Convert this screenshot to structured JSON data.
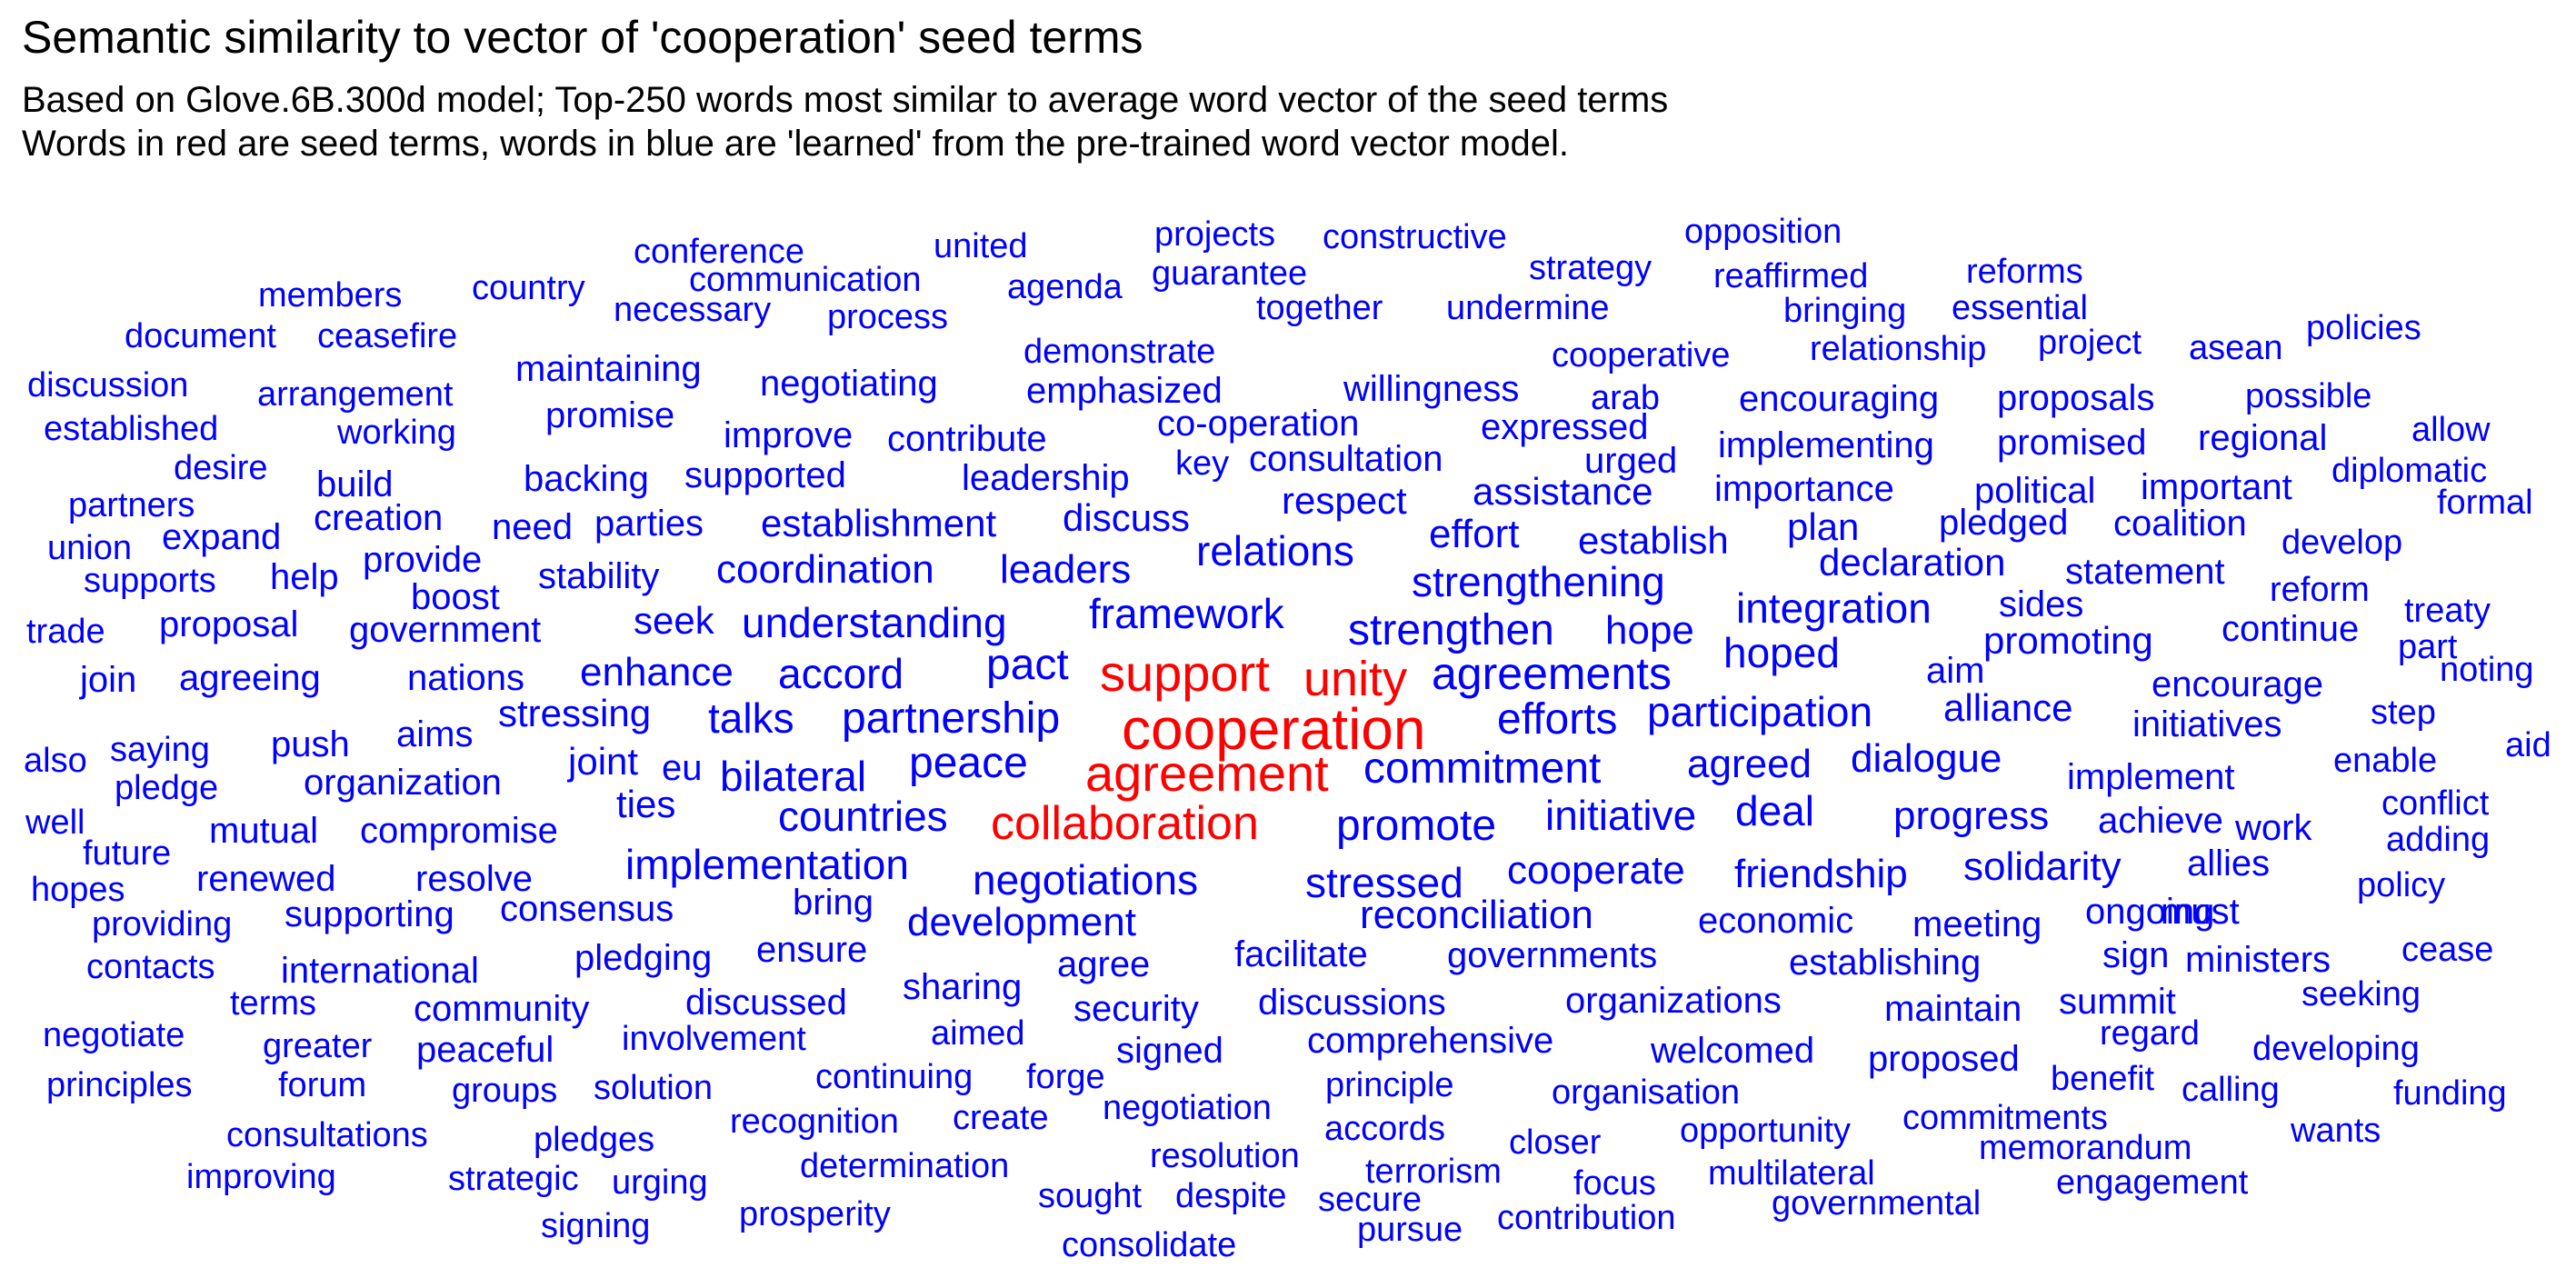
{
  "title": "Semantic similarity to vector of 'cooperation' seed terms",
  "subtitle": {
    "line1": "Based on Glove.6B.300d model; Top-250 words most similar to average word vector of the seed terms",
    "line2": "Words in red are seed terms, words in blue are 'learned' from the pre-trained word vector model."
  },
  "colors": {
    "seed": "#FF0000",
    "learned": "#0000FF",
    "text": "#000000",
    "background": "#FFFFFF"
  },
  "chart_data": {
    "type": "wordcloud",
    "seed_terms": [
      "cooperation",
      "agreement",
      "support",
      "unity",
      "collaboration"
    ],
    "words": [
      {
        "text": "cooperation",
        "seed": true
      },
      {
        "text": "agreement",
        "seed": true
      },
      {
        "text": "support",
        "seed": true
      },
      {
        "text": "unity",
        "seed": true
      },
      {
        "text": "collaboration",
        "seed": true
      },
      {
        "text": "efforts",
        "seed": false
      },
      {
        "text": "agreements",
        "seed": false
      },
      {
        "text": "partnership",
        "seed": false
      },
      {
        "text": "commitment",
        "seed": false
      },
      {
        "text": "peace",
        "seed": false
      },
      {
        "text": "pact",
        "seed": false
      },
      {
        "text": "participation",
        "seed": false
      },
      {
        "text": "strengthen",
        "seed": false
      },
      {
        "text": "framework",
        "seed": false
      },
      {
        "text": "understanding",
        "seed": false
      },
      {
        "text": "accord",
        "seed": false
      },
      {
        "text": "relations",
        "seed": false
      },
      {
        "text": "strengthening",
        "seed": false
      },
      {
        "text": "coordination",
        "seed": false
      },
      {
        "text": "leaders",
        "seed": false
      },
      {
        "text": "integration",
        "seed": false
      },
      {
        "text": "declaration",
        "seed": false
      },
      {
        "text": "dialogue",
        "seed": false
      },
      {
        "text": "agreed",
        "seed": false
      },
      {
        "text": "alliance",
        "seed": false
      },
      {
        "text": "hoped",
        "seed": false
      },
      {
        "text": "initiative",
        "seed": false
      },
      {
        "text": "deal",
        "seed": false
      },
      {
        "text": "promote",
        "seed": false
      },
      {
        "text": "countries",
        "seed": false
      },
      {
        "text": "negotiations",
        "seed": false
      },
      {
        "text": "stressed",
        "seed": false
      },
      {
        "text": "cooperate",
        "seed": false
      },
      {
        "text": "friendship",
        "seed": false
      },
      {
        "text": "implementation",
        "seed": false
      },
      {
        "text": "development",
        "seed": false
      },
      {
        "text": "reconciliation",
        "seed": false
      },
      {
        "text": "bilateral",
        "seed": false
      },
      {
        "text": "talks",
        "seed": false
      },
      {
        "text": "enhance",
        "seed": false
      },
      {
        "text": "progress",
        "seed": false
      },
      {
        "text": "solidarity",
        "seed": false
      },
      {
        "text": "establish",
        "seed": false
      },
      {
        "text": "effort",
        "seed": false
      },
      {
        "text": "establishment",
        "seed": false
      },
      {
        "text": "stressing",
        "seed": false
      },
      {
        "text": "stability",
        "seed": false
      },
      {
        "text": "seek",
        "seed": false
      },
      {
        "text": "hope",
        "seed": false
      },
      {
        "text": "promoting",
        "seed": false
      },
      {
        "text": "respect",
        "seed": false
      },
      {
        "text": "assistance",
        "seed": false
      },
      {
        "text": "importance",
        "seed": false
      },
      {
        "text": "plan",
        "seed": false
      },
      {
        "text": "pledged",
        "seed": false
      },
      {
        "text": "coalition",
        "seed": false
      },
      {
        "text": "statement",
        "seed": false
      },
      {
        "text": "discuss",
        "seed": false
      },
      {
        "text": "parties",
        "seed": false
      },
      {
        "text": "leadership",
        "seed": false
      },
      {
        "text": "supported",
        "seed": false
      },
      {
        "text": "consultation",
        "seed": false
      },
      {
        "text": "implement",
        "seed": false
      },
      {
        "text": "initiatives",
        "seed": false
      },
      {
        "text": "encourage",
        "seed": false
      },
      {
        "text": "aim",
        "seed": false
      },
      {
        "text": "sides",
        "seed": false
      },
      {
        "text": "continue",
        "seed": false
      },
      {
        "text": "joint",
        "seed": false
      },
      {
        "text": "ties",
        "seed": false
      },
      {
        "text": "eu",
        "seed": false
      },
      {
        "text": "mutual",
        "seed": false
      },
      {
        "text": "compromise",
        "seed": false
      },
      {
        "text": "organization",
        "seed": false
      },
      {
        "text": "aims",
        "seed": false
      },
      {
        "text": "push",
        "seed": false
      },
      {
        "text": "agreeing",
        "seed": false
      },
      {
        "text": "nations",
        "seed": false
      },
      {
        "text": "government",
        "seed": false
      },
      {
        "text": "boost",
        "seed": false
      },
      {
        "text": "renewed",
        "seed": false
      },
      {
        "text": "resolve",
        "seed": false
      },
      {
        "text": "consensus",
        "seed": false
      },
      {
        "text": "supporting",
        "seed": false
      },
      {
        "text": "bring",
        "seed": false
      },
      {
        "text": "ensure",
        "seed": false
      },
      {
        "text": "pledging",
        "seed": false
      },
      {
        "text": "agree",
        "seed": false
      },
      {
        "text": "facilitate",
        "seed": false
      },
      {
        "text": "governments",
        "seed": false
      },
      {
        "text": "economic",
        "seed": false
      },
      {
        "text": "meeting",
        "seed": false
      },
      {
        "text": "establishing",
        "seed": false
      },
      {
        "text": "ongoing",
        "seed": false
      },
      {
        "text": "must",
        "seed": false
      },
      {
        "text": "achieve",
        "seed": false
      },
      {
        "text": "work",
        "seed": false
      },
      {
        "text": "allies",
        "seed": false
      },
      {
        "text": "conflict",
        "seed": false
      },
      {
        "text": "adding",
        "seed": false
      },
      {
        "text": "policy",
        "seed": false
      },
      {
        "text": "enable",
        "seed": false
      },
      {
        "text": "aid",
        "seed": false
      },
      {
        "text": "step",
        "seed": false
      },
      {
        "text": "noting",
        "seed": false
      },
      {
        "text": "part",
        "seed": false
      },
      {
        "text": "treaty",
        "seed": false
      },
      {
        "text": "reform",
        "seed": false
      },
      {
        "text": "develop",
        "seed": false
      },
      {
        "text": "formal",
        "seed": false
      },
      {
        "text": "diplomatic",
        "seed": false
      },
      {
        "text": "important",
        "seed": false
      },
      {
        "text": "political",
        "seed": false
      },
      {
        "text": "regional",
        "seed": false
      },
      {
        "text": "allow",
        "seed": false
      },
      {
        "text": "possible",
        "seed": false
      },
      {
        "text": "proposals",
        "seed": false
      },
      {
        "text": "promised",
        "seed": false
      },
      {
        "text": "encouraging",
        "seed": false
      },
      {
        "text": "implementing",
        "seed": false
      },
      {
        "text": "arab",
        "seed": false
      },
      {
        "text": "urged",
        "seed": false
      },
      {
        "text": "expressed",
        "seed": false
      },
      {
        "text": "willingness",
        "seed": false
      },
      {
        "text": "cooperative",
        "seed": false
      },
      {
        "text": "co-operation",
        "seed": false
      },
      {
        "text": "key",
        "seed": false
      },
      {
        "text": "emphasized",
        "seed": false
      },
      {
        "text": "demonstrate",
        "seed": false
      },
      {
        "text": "contribute",
        "seed": false
      },
      {
        "text": "improve",
        "seed": false
      },
      {
        "text": "negotiating",
        "seed": false
      },
      {
        "text": "promise",
        "seed": false
      },
      {
        "text": "maintaining",
        "seed": false
      },
      {
        "text": "backing",
        "seed": false
      },
      {
        "text": "need",
        "seed": false
      },
      {
        "text": "provide",
        "seed": false
      },
      {
        "text": "help",
        "seed": false
      },
      {
        "text": "creation",
        "seed": false
      },
      {
        "text": "build",
        "seed": false
      },
      {
        "text": "expand",
        "seed": false
      },
      {
        "text": "supports",
        "seed": false
      },
      {
        "text": "proposal",
        "seed": false
      },
      {
        "text": "trade",
        "seed": false
      },
      {
        "text": "join",
        "seed": false
      },
      {
        "text": "saying",
        "seed": false
      },
      {
        "text": "also",
        "seed": false
      },
      {
        "text": "pledge",
        "seed": false
      },
      {
        "text": "well",
        "seed": false
      },
      {
        "text": "future",
        "seed": false
      },
      {
        "text": "hopes",
        "seed": false
      },
      {
        "text": "providing",
        "seed": false
      },
      {
        "text": "contacts",
        "seed": false
      },
      {
        "text": "international",
        "seed": false
      },
      {
        "text": "terms",
        "seed": false
      },
      {
        "text": "community",
        "seed": false
      },
      {
        "text": "negotiate",
        "seed": false
      },
      {
        "text": "greater",
        "seed": false
      },
      {
        "text": "peaceful",
        "seed": false
      },
      {
        "text": "principles",
        "seed": false
      },
      {
        "text": "forum",
        "seed": false
      },
      {
        "text": "groups",
        "seed": false
      },
      {
        "text": "solution",
        "seed": false
      },
      {
        "text": "consultations",
        "seed": false
      },
      {
        "text": "pledges",
        "seed": false
      },
      {
        "text": "improving",
        "seed": false
      },
      {
        "text": "strategic",
        "seed": false
      },
      {
        "text": "urging",
        "seed": false
      },
      {
        "text": "signing",
        "seed": false
      },
      {
        "text": "prosperity",
        "seed": false
      },
      {
        "text": "determination",
        "seed": false
      },
      {
        "text": "recognition",
        "seed": false
      },
      {
        "text": "create",
        "seed": false
      },
      {
        "text": "continuing",
        "seed": false
      },
      {
        "text": "forge",
        "seed": false
      },
      {
        "text": "involvement",
        "seed": false
      },
      {
        "text": "aimed",
        "seed": false
      },
      {
        "text": "discussed",
        "seed": false
      },
      {
        "text": "sharing",
        "seed": false
      },
      {
        "text": "security",
        "seed": false
      },
      {
        "text": "signed",
        "seed": false
      },
      {
        "text": "negotiation",
        "seed": false
      },
      {
        "text": "resolution",
        "seed": false
      },
      {
        "text": "sought",
        "seed": false
      },
      {
        "text": "despite",
        "seed": false
      },
      {
        "text": "consolidate",
        "seed": false
      },
      {
        "text": "discussions",
        "seed": false
      },
      {
        "text": "comprehensive",
        "seed": false
      },
      {
        "text": "principle",
        "seed": false
      },
      {
        "text": "accords",
        "seed": false
      },
      {
        "text": "terrorism",
        "seed": false
      },
      {
        "text": "secure",
        "seed": false
      },
      {
        "text": "pursue",
        "seed": false
      },
      {
        "text": "organizations",
        "seed": false
      },
      {
        "text": "welcomed",
        "seed": false
      },
      {
        "text": "organisation",
        "seed": false
      },
      {
        "text": "closer",
        "seed": false
      },
      {
        "text": "focus",
        "seed": false
      },
      {
        "text": "contribution",
        "seed": false
      },
      {
        "text": "opportunity",
        "seed": false
      },
      {
        "text": "multilateral",
        "seed": false
      },
      {
        "text": "governmental",
        "seed": false
      },
      {
        "text": "maintain",
        "seed": false
      },
      {
        "text": "proposed",
        "seed": false
      },
      {
        "text": "commitments",
        "seed": false
      },
      {
        "text": "memorandum",
        "seed": false
      },
      {
        "text": "engagement",
        "seed": false
      },
      {
        "text": "sign",
        "seed": false
      },
      {
        "text": "ministers",
        "seed": false
      },
      {
        "text": "summit",
        "seed": false
      },
      {
        "text": "regard",
        "seed": false
      },
      {
        "text": "benefit",
        "seed": false
      },
      {
        "text": "calling",
        "seed": false
      },
      {
        "text": "wants",
        "seed": false
      },
      {
        "text": "seeking",
        "seed": false
      },
      {
        "text": "developing",
        "seed": false
      },
      {
        "text": "funding",
        "seed": false
      },
      {
        "text": "cease",
        "seed": false
      },
      {
        "text": "members",
        "seed": false
      },
      {
        "text": "country",
        "seed": false
      },
      {
        "text": "document",
        "seed": false
      },
      {
        "text": "ceasefire",
        "seed": false
      },
      {
        "text": "discussion",
        "seed": false
      },
      {
        "text": "arrangement",
        "seed": false
      },
      {
        "text": "established",
        "seed": false
      },
      {
        "text": "working",
        "seed": false
      },
      {
        "text": "desire",
        "seed": false
      },
      {
        "text": "partners",
        "seed": false
      },
      {
        "text": "union",
        "seed": false
      },
      {
        "text": "conference",
        "seed": false
      },
      {
        "text": "communication",
        "seed": false
      },
      {
        "text": "necessary",
        "seed": false
      },
      {
        "text": "process",
        "seed": false
      },
      {
        "text": "united",
        "seed": false
      },
      {
        "text": "agenda",
        "seed": false
      },
      {
        "text": "projects",
        "seed": false
      },
      {
        "text": "constructive",
        "seed": false
      },
      {
        "text": "guarantee",
        "seed": false
      },
      {
        "text": "together",
        "seed": false
      },
      {
        "text": "strategy",
        "seed": false
      },
      {
        "text": "undermine",
        "seed": false
      },
      {
        "text": "opposition",
        "seed": false
      },
      {
        "text": "reaffirmed",
        "seed": false
      },
      {
        "text": "reforms",
        "seed": false
      },
      {
        "text": "bringing",
        "seed": false
      },
      {
        "text": "essential",
        "seed": false
      },
      {
        "text": "relationship",
        "seed": false
      },
      {
        "text": "project",
        "seed": false
      },
      {
        "text": "asean",
        "seed": false
      },
      {
        "text": "policies",
        "seed": false
      }
    ]
  }
}
